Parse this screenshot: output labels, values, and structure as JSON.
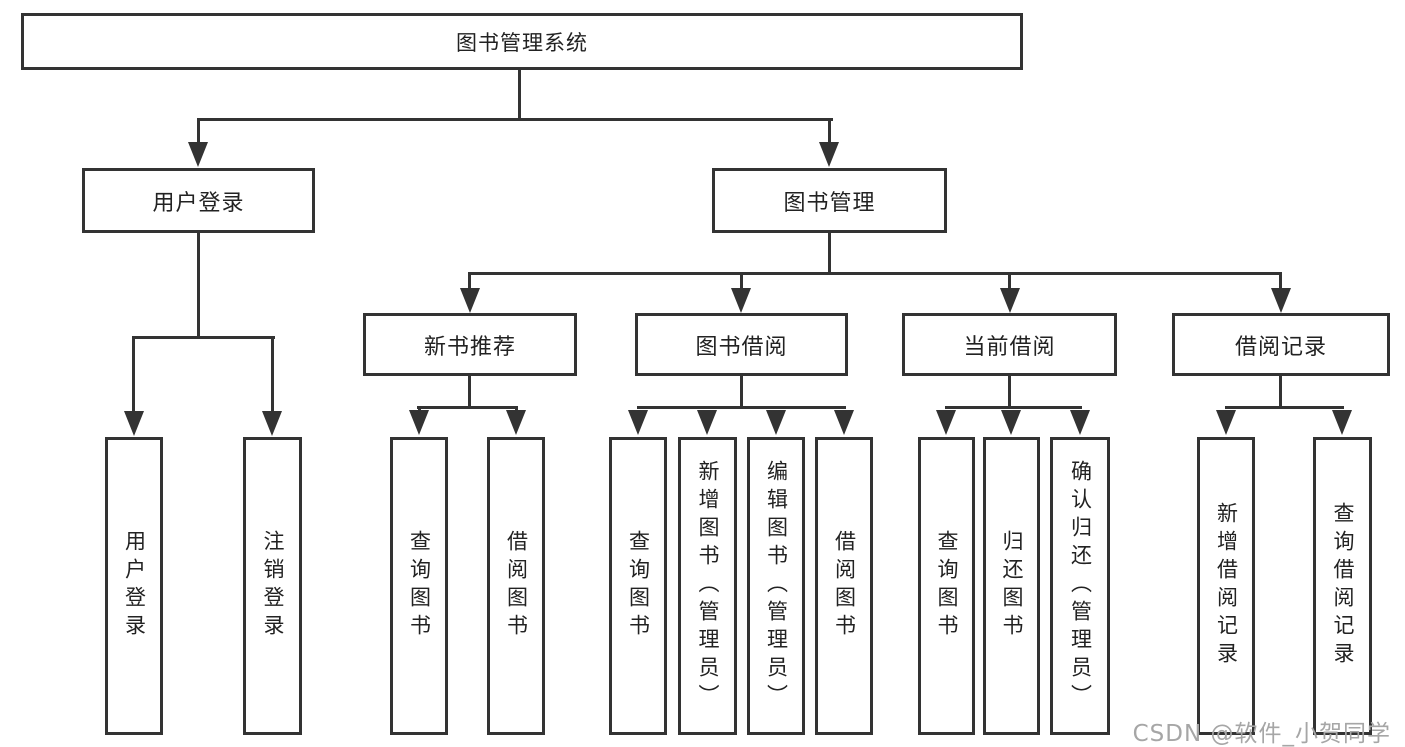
{
  "diagram": {
    "type": "hierarchy-tree",
    "root": {
      "label": "图书管理系统",
      "children": [
        {
          "label": "用户登录",
          "children": [
            {
              "label": "用户登录"
            },
            {
              "label": "注销登录"
            }
          ]
        },
        {
          "label": "图书管理",
          "children": [
            {
              "label": "新书推荐",
              "children": [
                {
                  "label": "查询图书"
                },
                {
                  "label": "借阅图书"
                }
              ]
            },
            {
              "label": "图书借阅",
              "children": [
                {
                  "label": "查询图书"
                },
                {
                  "label": "新增图书（管理员）"
                },
                {
                  "label": "编辑图书（管理员）"
                },
                {
                  "label": "借阅图书"
                }
              ]
            },
            {
              "label": "当前借阅",
              "children": [
                {
                  "label": "查询图书"
                },
                {
                  "label": "归还图书"
                },
                {
                  "label": "确认归还（管理员）"
                }
              ]
            },
            {
              "label": "借阅记录",
              "children": [
                {
                  "label": "新增借阅记录"
                },
                {
                  "label": "查询借阅记录"
                }
              ]
            }
          ]
        }
      ]
    }
  },
  "watermark": {
    "text": "CSDN @软件_小贺同学"
  },
  "colors": {
    "line": "#333333",
    "text": "#222222",
    "watermark": "#a6a6a6",
    "background": "#ffffff"
  }
}
